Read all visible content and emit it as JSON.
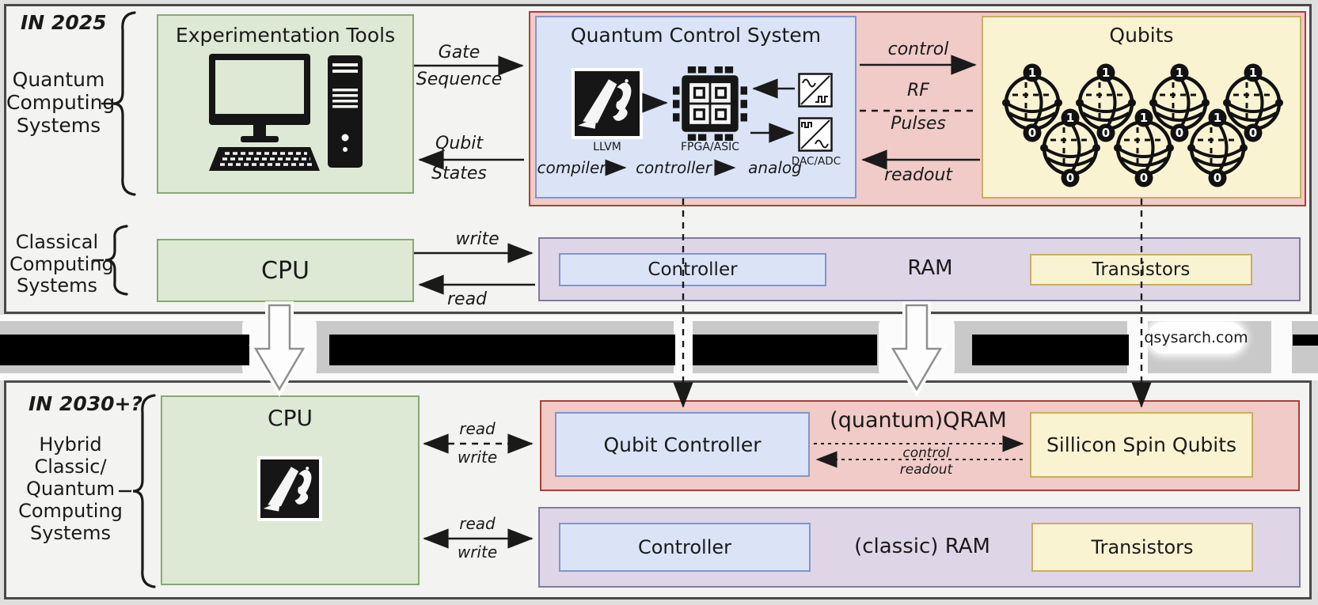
{
  "colors": {
    "green_fill": "#dde9d4",
    "green_border": "#87a974",
    "blue_fill": "#dbe4f7",
    "blue_border": "#8295cb",
    "pink_fill": "#f0cbc7",
    "pink_border": "#a8403c",
    "yellow_fill": "#faf3d2",
    "yellow_border": "#c9ae63",
    "purple_fill": "#ded6e7",
    "purple_border": "#83799b",
    "panel_bg": "#f3f3f1",
    "panel_border": "#4a4a4a"
  },
  "top_panel": {
    "era": "IN 2025",
    "section_lines": [
      "Quantum",
      "Computing",
      "Systems"
    ],
    "classical_lines": [
      "Classical",
      "Computing",
      "Systems"
    ],
    "experimentation_tools": {
      "title": "Experimentation Tools"
    },
    "gate_sequence_lines": [
      "Gate",
      "Sequence"
    ],
    "qubit_states_lines": [
      "Qubit",
      "States"
    ],
    "qcs": {
      "title": "Quantum Control System",
      "llvm_label": "LLVM",
      "fpga_label": "FPGA/ASIC",
      "dac_label": "DAC/ADC",
      "flow": [
        "compiler",
        "controller",
        "analog"
      ]
    },
    "control_label": "control",
    "rf_lines": [
      "RF",
      "Pulses"
    ],
    "readout_label": "readout",
    "qubits": {
      "title": "Qubits",
      "state_one": "1",
      "state_zero": "0"
    },
    "cpu_title": "CPU",
    "write_label": "write",
    "read_label": "read",
    "ram": {
      "controller": "Controller",
      "title": "RAM",
      "transistors": "Transistors"
    }
  },
  "divider": {
    "watermark": "qsysarch.com"
  },
  "bottom_panel": {
    "era": "IN 2030+?",
    "section_lines": [
      "Hybrid",
      "Classic/",
      "Quantum",
      "Computing",
      "Systems"
    ],
    "cpu_title": "CPU",
    "read_label": "read",
    "write_label": "write",
    "qram": {
      "qubit_controller": "Qubit Controller",
      "title": "(quantum)QRAM",
      "control_label": "control",
      "readout_label": "readout",
      "qubits_box": "Sillicon Spin Qubits"
    },
    "ram": {
      "controller": "Controller",
      "title": "(classic) RAM",
      "transistors": "Transistors"
    }
  }
}
